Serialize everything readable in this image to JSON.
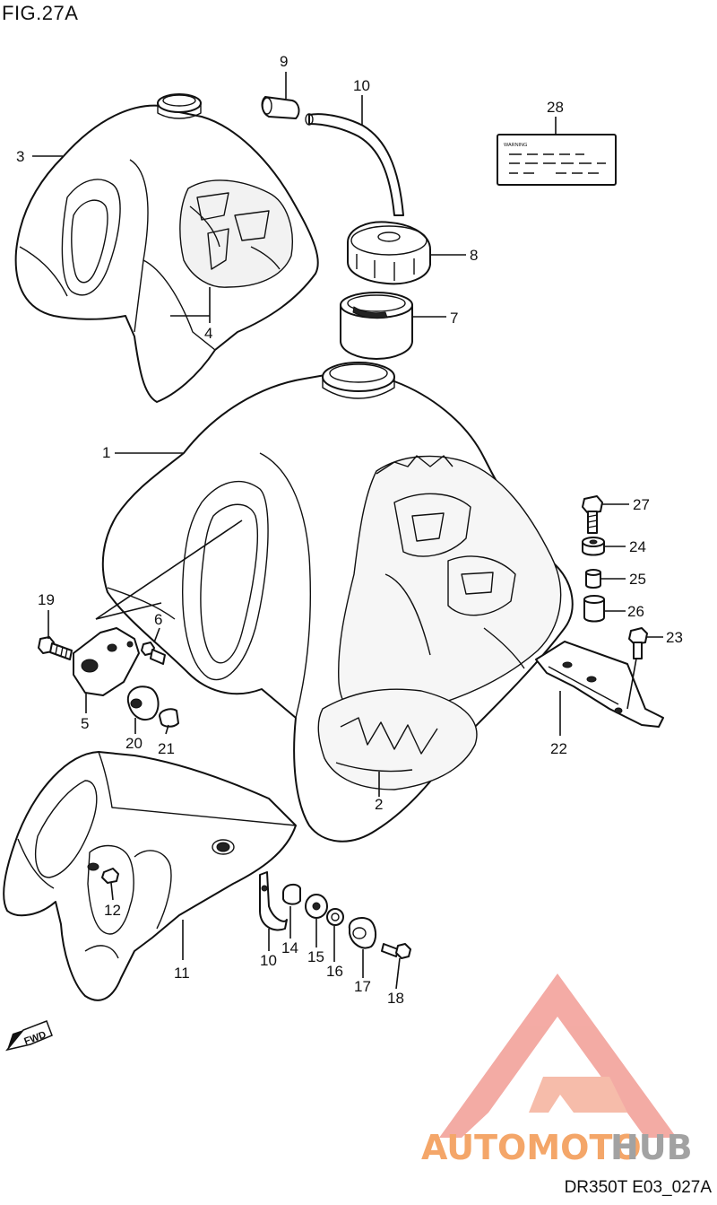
{
  "figure_title": "FIG.27A",
  "drawing_code": "DR350T E03_027A",
  "watermark": {
    "brand_first": "AUTOMOTO",
    "brand_second": "HUB",
    "color_primary": "#f3a7a0",
    "color_secondary": "#f6b9a6",
    "color_text_first": "#f4a261",
    "color_text_second": "#9e9e9e"
  },
  "decal_label_text": "WARNING",
  "fwd_label": "FWD",
  "callouts": [
    {
      "id": "c1",
      "label": "1"
    },
    {
      "id": "c2",
      "label": "2"
    },
    {
      "id": "c3",
      "label": "3"
    },
    {
      "id": "c4",
      "label": "4"
    },
    {
      "id": "c5",
      "label": "5"
    },
    {
      "id": "c6",
      "label": "6"
    },
    {
      "id": "c7",
      "label": "7"
    },
    {
      "id": "c8",
      "label": "8"
    },
    {
      "id": "c9",
      "label": "9"
    },
    {
      "id": "c10a",
      "label": "10"
    },
    {
      "id": "c10b",
      "label": "10"
    },
    {
      "id": "c11",
      "label": "11"
    },
    {
      "id": "c12",
      "label": "12"
    },
    {
      "id": "c14",
      "label": "14"
    },
    {
      "id": "c15",
      "label": "15"
    },
    {
      "id": "c16",
      "label": "16"
    },
    {
      "id": "c17",
      "label": "17"
    },
    {
      "id": "c18",
      "label": "18"
    },
    {
      "id": "c19",
      "label": "19"
    },
    {
      "id": "c20",
      "label": "20"
    },
    {
      "id": "c21",
      "label": "21"
    },
    {
      "id": "c22",
      "label": "22"
    },
    {
      "id": "c23",
      "label": "23"
    },
    {
      "id": "c24",
      "label": "24"
    },
    {
      "id": "c25",
      "label": "25"
    },
    {
      "id": "c26",
      "label": "26"
    },
    {
      "id": "c27",
      "label": "27"
    },
    {
      "id": "c28",
      "label": "28"
    }
  ]
}
